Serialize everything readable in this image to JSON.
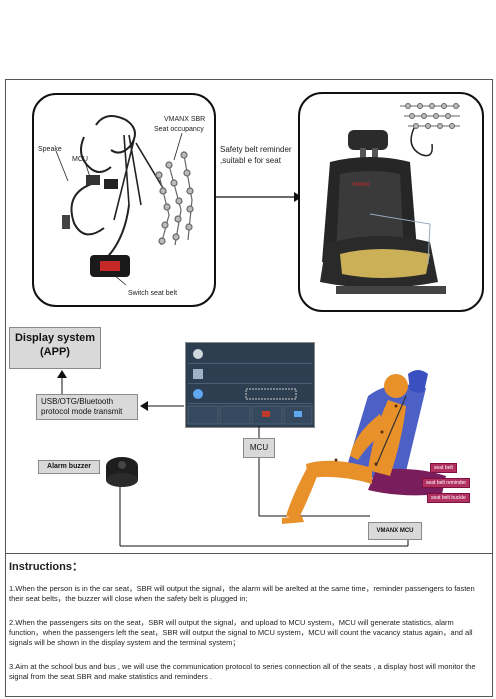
{
  "left_box": {
    "label_speake": "Speake",
    "label_mcu": "MCU",
    "label_vmanx": "VMANX SBR",
    "label_occupancy": "Seat occupancy",
    "label_switch": "Switch seat belt"
  },
  "middle_text": "Safety belt reminder ,suitabl e for seat",
  "display": {
    "line1": "Display system",
    "line2": "(APP)"
  },
  "usb_box": {
    "line1": "USB/OTG/Bluetooth",
    "line2": "protocol mode transmit"
  },
  "alarm_label": "Alarm buzzer",
  "mcu_label": "MCU",
  "vmanx_mcu_label": "VMANX MCU",
  "seat_tags": {
    "belt": "seat belt",
    "reminder": "seat belt reminder",
    "buckle": "seat belt buckle"
  },
  "instructions": {
    "title": "Instructions：",
    "p1": "1.When the person is in the car seat，SBR will output the signal，the alarm will be arelted at the same time，reminder passengers to fasten their seat belts，the buzzer will close when the safety belt is plugged in;",
    "p2": "2.When the passengers sits on the seat，SBR will output the signal，and upload to MCU system，MCU will generate statistics, alarm function，when the passengers left the seat，SBR will output the signal to MCU system，MCU will count the vacancy status again，and all signals will be shown in the display system and the terminal system；",
    "p3": "3.Aim at the school bus and bus , we will use the communication protocol to series connection all of the seats , a display host will monitor the signal from the seat SBR and make statistics and reminders ."
  },
  "colors": {
    "seat_tag": "#b03060",
    "mannequin": "#e8902a",
    "seat_blue": "#3a4fc0"
  }
}
